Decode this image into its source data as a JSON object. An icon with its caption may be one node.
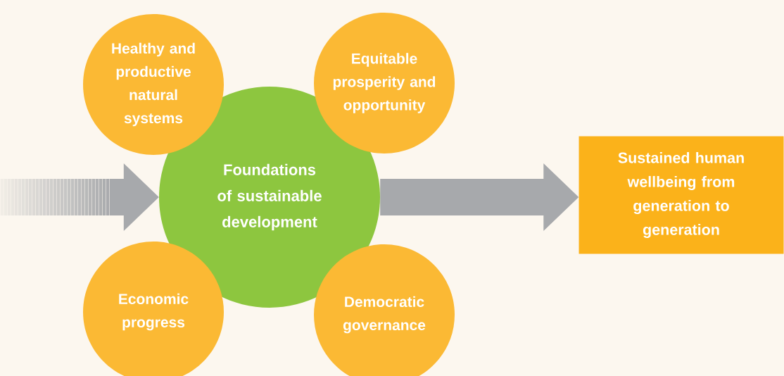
{
  "diagram": {
    "nodes": [
      {
        "text": [
          "Healthy and productive natural systems"
        ]
      },
      {
        "text": [
          "Equitable prosperity and opportunity"
        ]
      },
      {
        "text": [
          "Foundations of sustainable development"
        ]
      },
      {
        "text": [
          "Economic progress"
        ]
      },
      {
        "text": [
          "Democratic governance"
        ]
      },
      {
        "text": [
          "Sustained human wellbeing from generation to generation"
        ]
      }
    ],
    "edges": [
      {
        "from": null,
        "to": 2,
        "arrow": "to"
      },
      {
        "from": 2,
        "to": 5,
        "arrow": "to"
      }
    ]
  }
}
